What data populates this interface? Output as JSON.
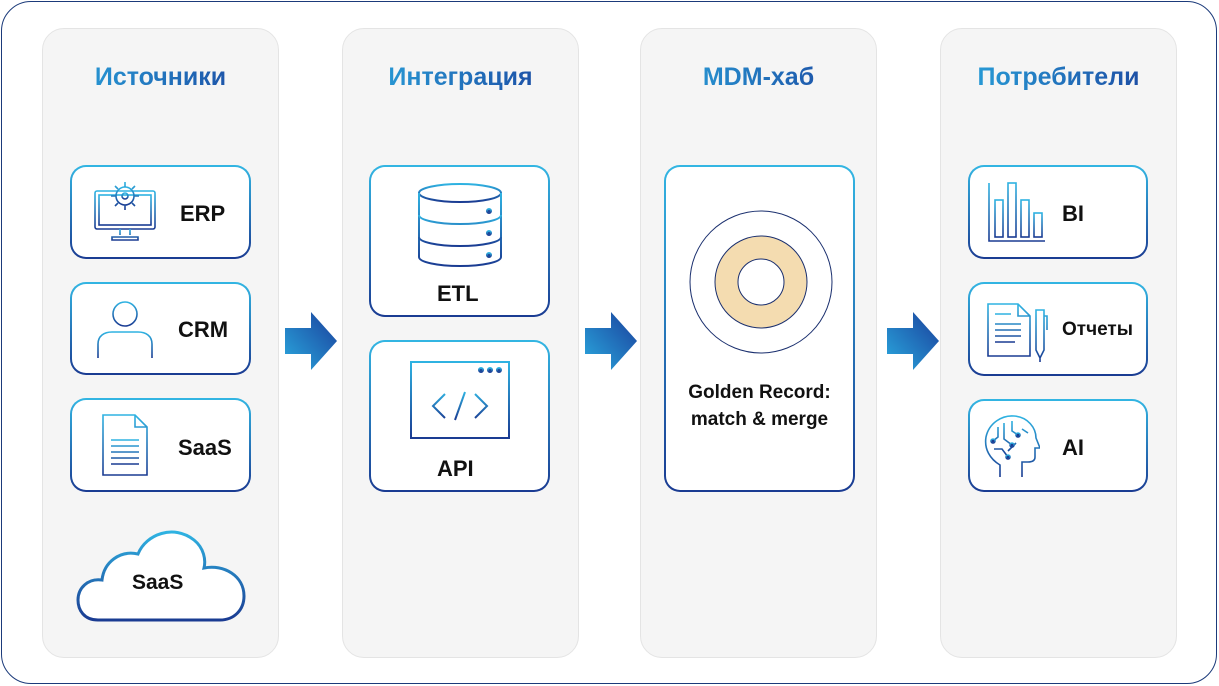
{
  "columns": [
    {
      "title": "Источники",
      "items": [
        {
          "label": "ERP",
          "icon": "monitor-gear-icon"
        },
        {
          "label": "CRM",
          "icon": "user-icon"
        },
        {
          "label": "SaaS",
          "icon": "document-icon"
        },
        {
          "label": "SaaS",
          "icon": "cloud-icon"
        }
      ]
    },
    {
      "title": "Интеграция",
      "items": [
        {
          "label": "ETL",
          "icon": "database-icon"
        },
        {
          "label": "API",
          "icon": "code-window-icon"
        }
      ]
    },
    {
      "title": "MDM-хаб",
      "items": [
        {
          "label_line1": "Golden Record:",
          "label_line2": "match & merge",
          "icon": "target-rings-icon"
        }
      ]
    },
    {
      "title": "Потребители",
      "items": [
        {
          "label": "BI",
          "icon": "bar-chart-icon"
        },
        {
          "label": "Отчеты",
          "icon": "report-pen-icon"
        },
        {
          "label": "AI",
          "icon": "ai-head-icon"
        }
      ]
    }
  ],
  "colors": {
    "accent_light": "#2aa9df",
    "accent_dark": "#1a3f9b",
    "ring_fill": "#f4dcb0"
  }
}
